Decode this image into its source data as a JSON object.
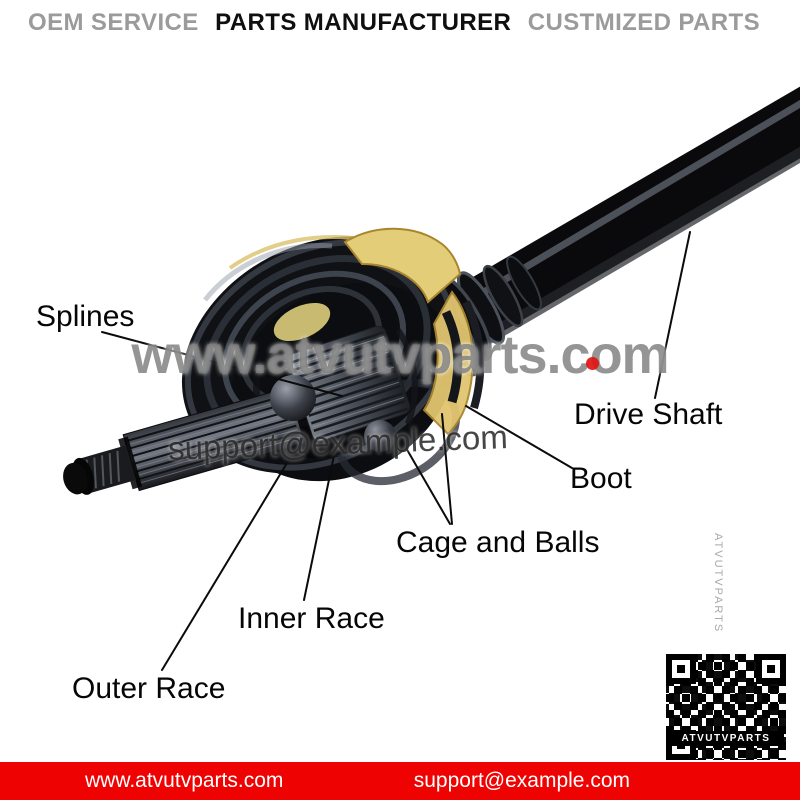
{
  "header": {
    "oem_service": "OEM SERVICE",
    "parts_manufacturer": "PARTS MANUFACTURER",
    "customized_parts": "CUSTMIZED PARTS"
  },
  "diagram": {
    "subject": "CV joint drive axle cutaway",
    "part_labels": {
      "splines": "Splines",
      "drive_shaft": "Drive Shaft",
      "boot": "Boot",
      "cage_and_balls": "Cage and Balls",
      "inner_race": "Inner Race",
      "outer_race": "Outer Race"
    }
  },
  "watermarks": {
    "site": "www.atvutvparts.com",
    "email": "support@example.com",
    "vertical_brand": "ATVUTVPARTS"
  },
  "qr_code": {
    "caption": "ATVUTVPARTS"
  },
  "footer": {
    "website": "www.atvutvparts.com",
    "email": "support@example.com"
  },
  "colors": {
    "footer_red": "#ee0202",
    "header_gray": "#9b9b9b",
    "watermark_red_dot": "#e01313",
    "cutaway_yellow": "#e4cd79"
  }
}
